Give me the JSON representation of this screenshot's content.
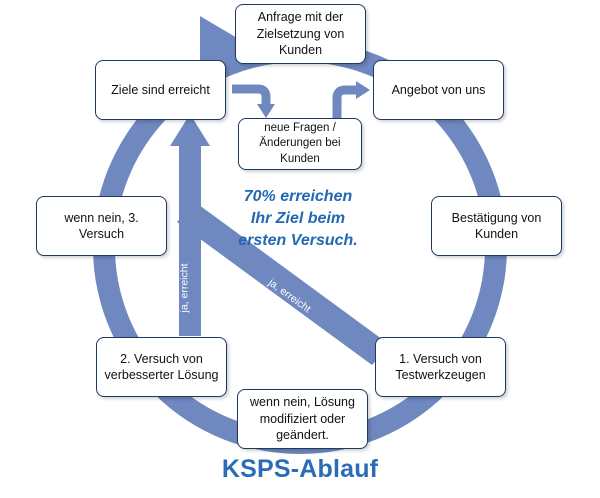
{
  "title": "KSPS-Ablauf",
  "center_text": "70% erreichen\nIhr Ziel beim\nersten Versuch.",
  "nodes": {
    "anfrage": "Anfrage mit der\nZielsetzung von\nKunden",
    "angebot": "Angebot von uns",
    "bestaetigung": "Bestätigung von\nKunden",
    "versuch1": "1. Versuch von\nTestwerkzeugen",
    "loesung_modifiziert": "wenn nein, Lösung\nmodifiziert oder\ngeändert.",
    "versuch2": "2. Versuch von\nverbesserter Lösung",
    "versuch3": "wenn nein, 3.\nVersuch",
    "ziele_erreicht": "Ziele sind erreicht",
    "neue_fragen": "neue Fragen /\nÄnderungen bei\nKunden"
  },
  "arrow_labels": {
    "ja_erreicht_vertical": "ja, erreicht",
    "ja_erreicht_diagonal": "ja, erreicht"
  },
  "colors": {
    "arrow_fill": "#6f88bf",
    "box_border": "#1f3a60",
    "center_text": "#2268b2",
    "title": "#2a6cb6"
  }
}
